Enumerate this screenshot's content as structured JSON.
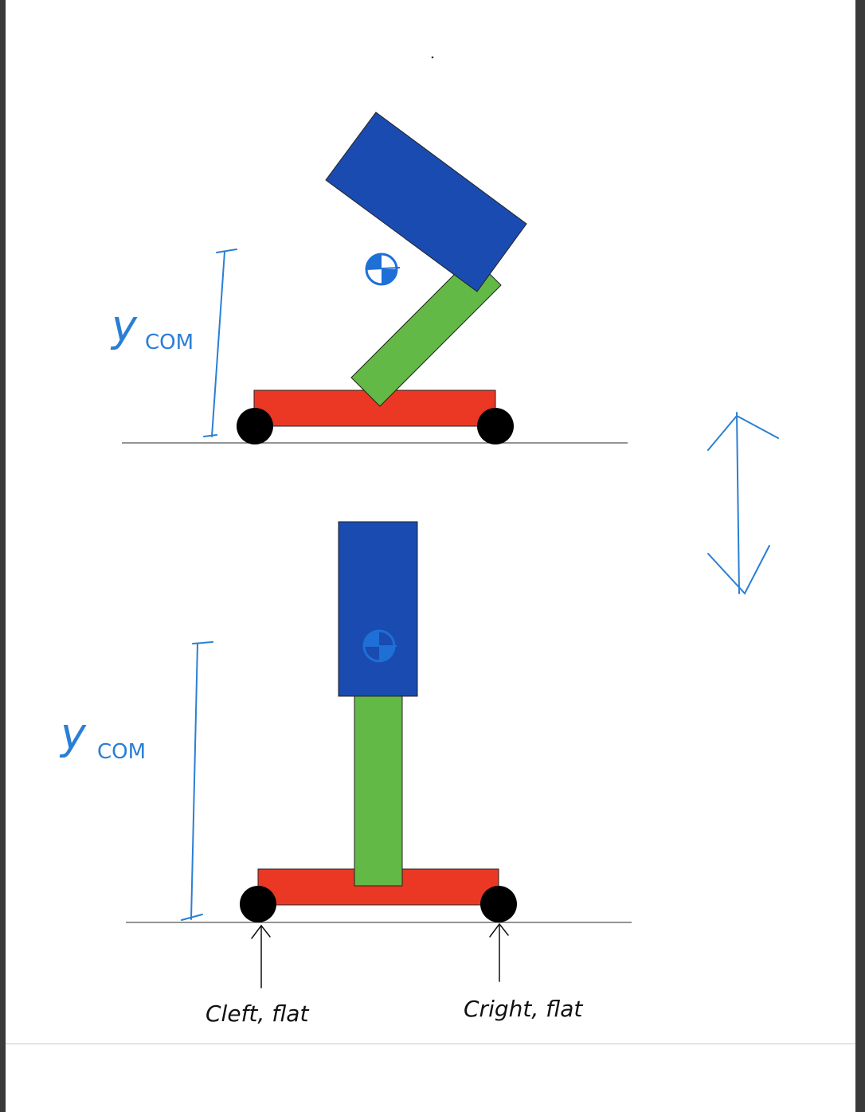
{
  "labels": {
    "ycom_top_main": "y",
    "ycom_top_sub": "COM",
    "ycom_bottom_main": "y",
    "ycom_bottom_sub": "COM",
    "force_left": "Cleft, flat",
    "force_right": "Cright, flat"
  },
  "colors": {
    "body": "#1a4bb0",
    "arm": "#62b946",
    "base": "#ea3824",
    "wheel": "#000000",
    "annotation": "#2a7fd4",
    "ink": "#111111",
    "ground": "#555555"
  }
}
